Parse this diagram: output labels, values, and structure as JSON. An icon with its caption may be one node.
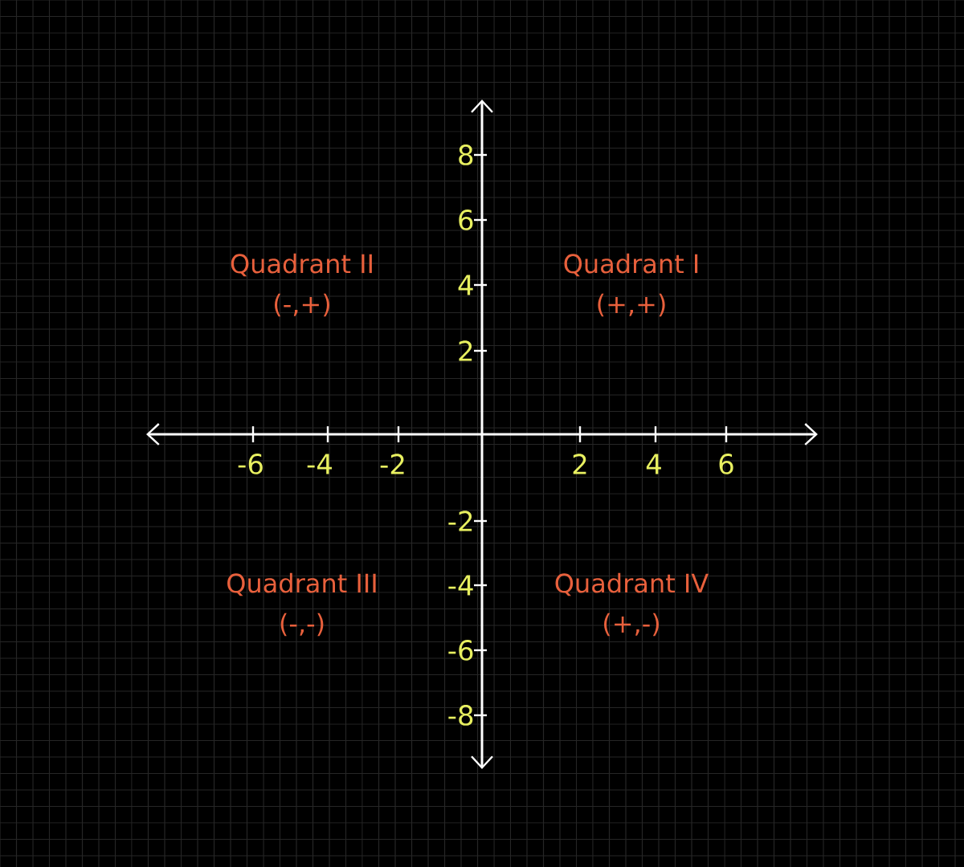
{
  "diagram": {
    "labels": [
      "8",
      "6",
      "4",
      "2",
      "-2",
      "-4",
      "-6",
      "-8",
      "-6",
      "-4",
      "-2",
      "2",
      "4",
      "6",
      "Quadrant II",
      "(-,+)",
      "Quadrant I",
      "(+,+)",
      "Quadrant III",
      "(-,-)",
      "Quadrant IV",
      "(+,-)"
    ]
  }
}
